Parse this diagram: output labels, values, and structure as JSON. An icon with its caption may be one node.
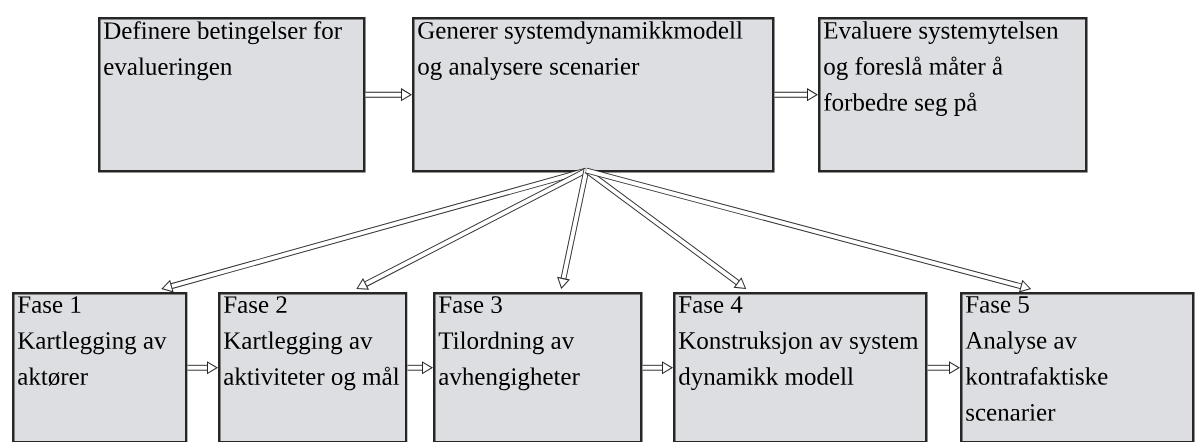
{
  "diagram": {
    "nodes": [
      {
        "text": [
          "Definere betingelser for evalueringen"
        ]
      },
      {
        "text": [
          "Generer systemdynamikkmodell og analysere scenarier"
        ]
      },
      {
        "text": [
          "Evaluere systemytelsen og foreslå måter å forbedre seg på"
        ]
      },
      {
        "text": [
          "Fase 1",
          "Kartlegging av aktører"
        ]
      },
      {
        "text": [
          "Fase 2",
          "Kartlegging av aktiviteter og mål"
        ]
      },
      {
        "text": [
          "Fase 3",
          "Tilordning av avhengigheter"
        ]
      },
      {
        "text": [
          "Fase 4",
          " Konstruksjon av system dynamikk modell"
        ]
      },
      {
        "text": [
          "Fase 5",
          "Analyse av kontrafaktiske scenarier"
        ]
      }
    ],
    "edges": [
      {
        "from": 0,
        "to": 1,
        "arrow": "to"
      },
      {
        "from": 1,
        "to": 2,
        "arrow": "to"
      },
      {
        "from": 1,
        "to": 3,
        "arrow": "to"
      },
      {
        "from": 1,
        "to": 4,
        "arrow": "to"
      },
      {
        "from": 1,
        "to": 5,
        "arrow": "to"
      },
      {
        "from": 1,
        "to": 6,
        "arrow": "to"
      },
      {
        "from": 1,
        "to": 7,
        "arrow": "to"
      },
      {
        "from": 3,
        "to": 4,
        "arrow": "to"
      },
      {
        "from": 4,
        "to": 5,
        "arrow": "to"
      },
      {
        "from": 5,
        "to": 6,
        "arrow": "to"
      },
      {
        "from": 6,
        "to": 7,
        "arrow": "to"
      }
    ]
  }
}
